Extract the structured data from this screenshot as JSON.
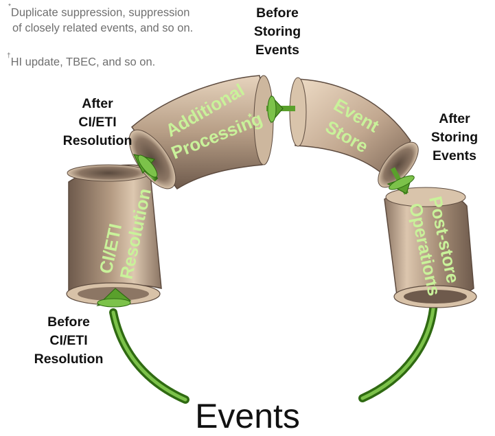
{
  "footnotes": {
    "asterisk_marker": "*",
    "asterisk_line1": "Duplicate suppression, suppression",
    "asterisk_line2": "of closely related events, and so on.",
    "dagger_marker": "†",
    "dagger_line": "HI update, TBEC, and so on."
  },
  "segments": {
    "ci_resolution": {
      "line1": "CI/ETI",
      "line2": "Resolution"
    },
    "additional_processing": {
      "line1": "Additional",
      "line2": "Processing",
      "marker": "*"
    },
    "event_store": {
      "line1": "Event",
      "line2": "Store"
    },
    "post_store": {
      "line1": "Post-store",
      "line2": "Operations",
      "marker": "†"
    }
  },
  "stage_labels": {
    "before_ci": [
      "Before",
      "CI/ETI",
      "Resolution"
    ],
    "after_ci": [
      "After",
      "CI/ETI",
      "Resolution"
    ],
    "before_storing": [
      "Before",
      "Storing",
      "Events"
    ],
    "after_storing": [
      "After",
      "Storing",
      "Events"
    ]
  },
  "title": "Events",
  "colors": {
    "pipe_light": "#e8d6c0",
    "pipe_mid": "#b39a82",
    "pipe_dark": "#6e5a4c",
    "segment_text": "#c9f29a",
    "connector_green": "#5aa02c",
    "connector_dark": "#2f6a12",
    "note_text": "#6f6f6f",
    "label_text": "#111111"
  }
}
